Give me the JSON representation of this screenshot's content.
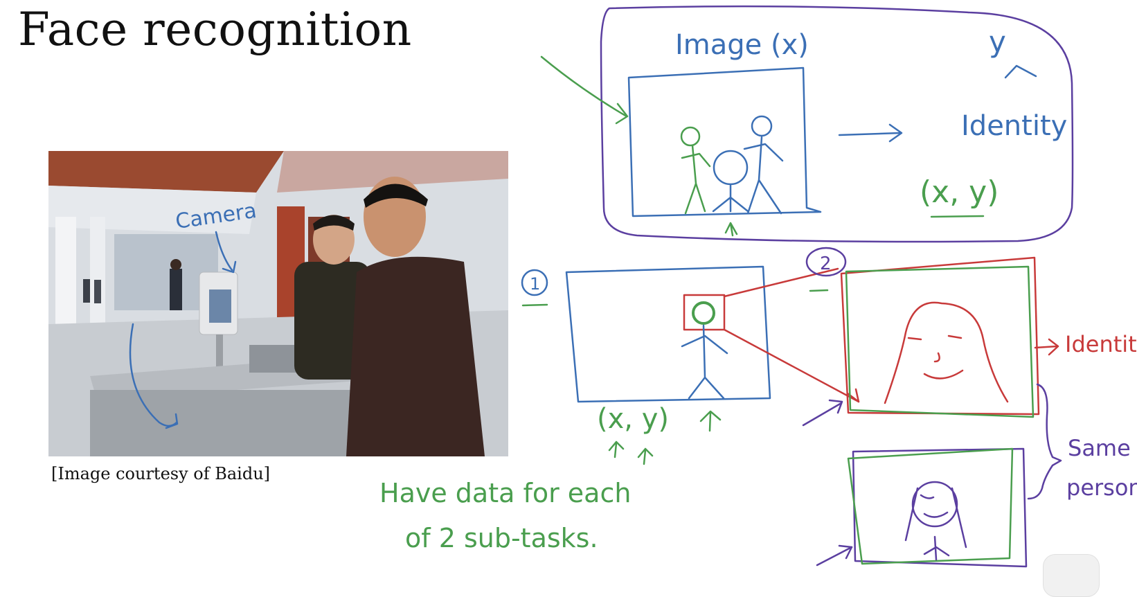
{
  "slide": {
    "title": "Face recognition",
    "caption": "[Image courtesy of Baidu]"
  },
  "photo_annotation": {
    "camera_label": "Camera"
  },
  "diagram_top": {
    "image_label": "Image (x)",
    "y_label": "y",
    "identity_label": "Identity",
    "xy_label": "(x, y)"
  },
  "diagram_bottom": {
    "step1": "1",
    "step2": "2",
    "xy_label": "(x, y)",
    "identity_label": "Identity",
    "same_person_line1": "Same",
    "same_person_line2": "person?"
  },
  "note": {
    "line1": "Have data for each",
    "line2": "of 2 sub-tasks."
  },
  "colors": {
    "purple": "#5b3fa0",
    "blue": "#3b6fb5",
    "green": "#4a9e4e",
    "red": "#c83a3a"
  }
}
